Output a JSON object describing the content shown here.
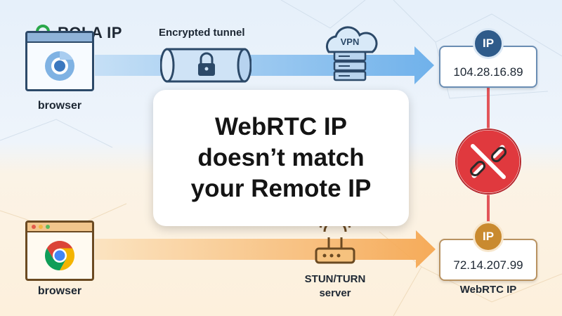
{
  "brand": {
    "name": "ROLA IP",
    "logo_icon": "rola-ip-logo-icon",
    "color": "#2aa84a"
  },
  "tunnel_label": "Encrypted tunnel",
  "top_flow": {
    "browser_label": "browser",
    "browser_icon": "chrome-icon-blue",
    "tunnel_icon": "padlock-icon",
    "vpn_label": "VPN",
    "ip_badge": "IP",
    "ip_address": "104.28.16.89",
    "accent": "#5aa6e8"
  },
  "bottom_flow": {
    "browser_label": "browser",
    "browser_icon": "chrome-icon",
    "server_label_line1": "STUN/TURN",
    "server_label_line2": "server",
    "server_icon": "router-icon",
    "ip_badge": "IP",
    "ip_address": "72.14.207.99",
    "caption": "WebRTC IP",
    "accent": "#f5a34a"
  },
  "headline": {
    "line1": "WebRTC IP",
    "line2": "doesn’t match",
    "line3": "your Remote IP"
  },
  "mismatch_icon": "broken-link-icon",
  "mismatch_color": "#e0393e"
}
